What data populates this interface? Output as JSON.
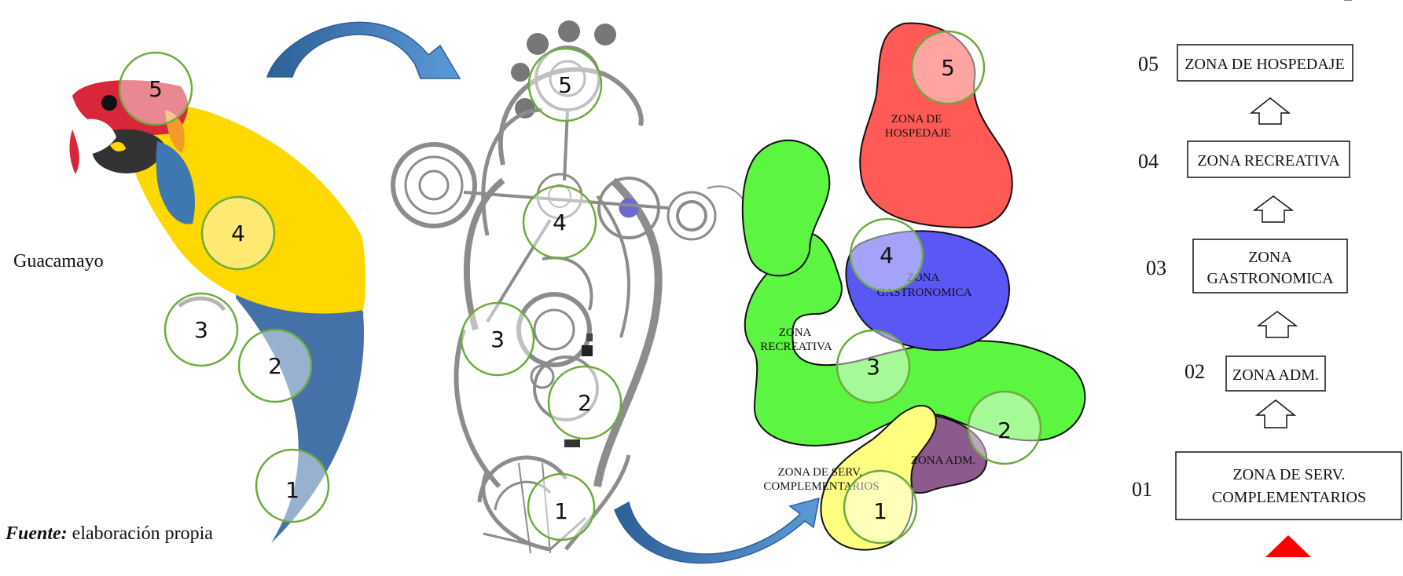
{
  "animal_label": "Guacamayo",
  "source": {
    "label": "Fuente:",
    "text": " elaboración propia"
  },
  "markers": [
    "1",
    "2",
    "3",
    "4",
    "5"
  ],
  "zones": {
    "hospedaje": "ZONA DE HOSPEDAJE",
    "gastronomica": "ZONA GASTRONOMICA",
    "recreativa": "ZONA RECREATIVA",
    "adm": "ZONA ADM.",
    "serv": "ZONA DE SERV. COMPLEMENTARIOS"
  },
  "zone_labels_map": {
    "hospedaje": [
      "ZONA DE",
      "HOSPEDAJE"
    ],
    "gastronomica": [
      "ZONA",
      "GASTRONOMICA"
    ],
    "recreativa": [
      "ZONA",
      "RECREATIVA"
    ],
    "adm": [
      "ZONA ADM."
    ],
    "serv": [
      "ZONA DE SERV.",
      "COMPLEMENTARIOS"
    ]
  },
  "hierarchy": [
    {
      "code": "05",
      "lines": [
        "ZONA DE HOSPEDAJE"
      ]
    },
    {
      "code": "04",
      "lines": [
        "ZONA RECREATIVA"
      ]
    },
    {
      "code": "03",
      "lines": [
        "ZONA",
        "GASTRONOMICA"
      ]
    },
    {
      "code": "02",
      "lines": [
        "ZONA ADM."
      ]
    },
    {
      "code": "01",
      "lines": [
        "ZONA DE SERV.",
        "COMPLEMENTARIOS"
      ]
    }
  ],
  "colors": {
    "macaw_red": "#d8263a",
    "macaw_yellow": "#ffd800",
    "macaw_blue": "#4472a8",
    "marker_ring": "#6aac3c",
    "zone_red": "#ff5a55",
    "zone_green": "#5cf542",
    "zone_blue": "#5a57f4",
    "zone_purple": "#8c5a8c",
    "zone_yellow": "#ffff80",
    "arrow_blue": "#3f7fc0",
    "triangle_red": "#ff0000"
  }
}
